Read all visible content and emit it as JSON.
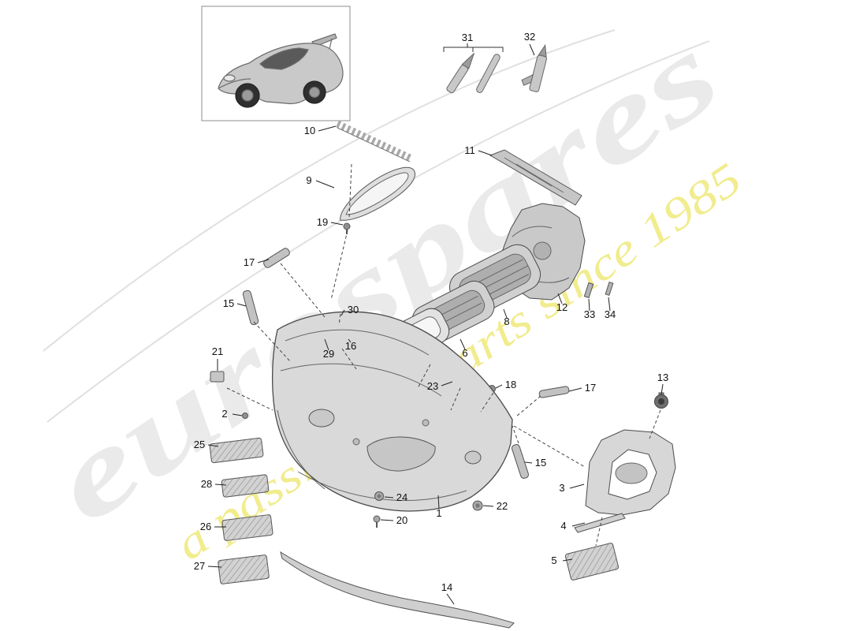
{
  "watermark": {
    "brand": "eurospares",
    "tagline": "a passion for parts since 1985",
    "brand_color": "#d9d9d9",
    "tagline_color": "#efe97b"
  },
  "parts": [
    {
      "label": "31"
    },
    {
      "label": "32"
    },
    {
      "label": "10"
    },
    {
      "label": "11"
    },
    {
      "label": "9"
    },
    {
      "label": "19"
    },
    {
      "label": "17"
    },
    {
      "label": "15"
    },
    {
      "label": "30"
    },
    {
      "label": "29"
    },
    {
      "label": "16"
    },
    {
      "label": "12"
    },
    {
      "label": "33"
    },
    {
      "label": "34"
    },
    {
      "label": "8"
    },
    {
      "label": "6"
    },
    {
      "label": "21"
    },
    {
      "label": "2"
    },
    {
      "label": "23"
    },
    {
      "label": "18"
    },
    {
      "label": "17"
    },
    {
      "label": "13"
    },
    {
      "label": "25"
    },
    {
      "label": "15"
    },
    {
      "label": "28"
    },
    {
      "label": "3"
    },
    {
      "label": "24"
    },
    {
      "label": "22"
    },
    {
      "label": "1"
    },
    {
      "label": "20"
    },
    {
      "label": "26"
    },
    {
      "label": "4"
    },
    {
      "label": "5"
    },
    {
      "label": "27"
    },
    {
      "label": "14"
    }
  ]
}
